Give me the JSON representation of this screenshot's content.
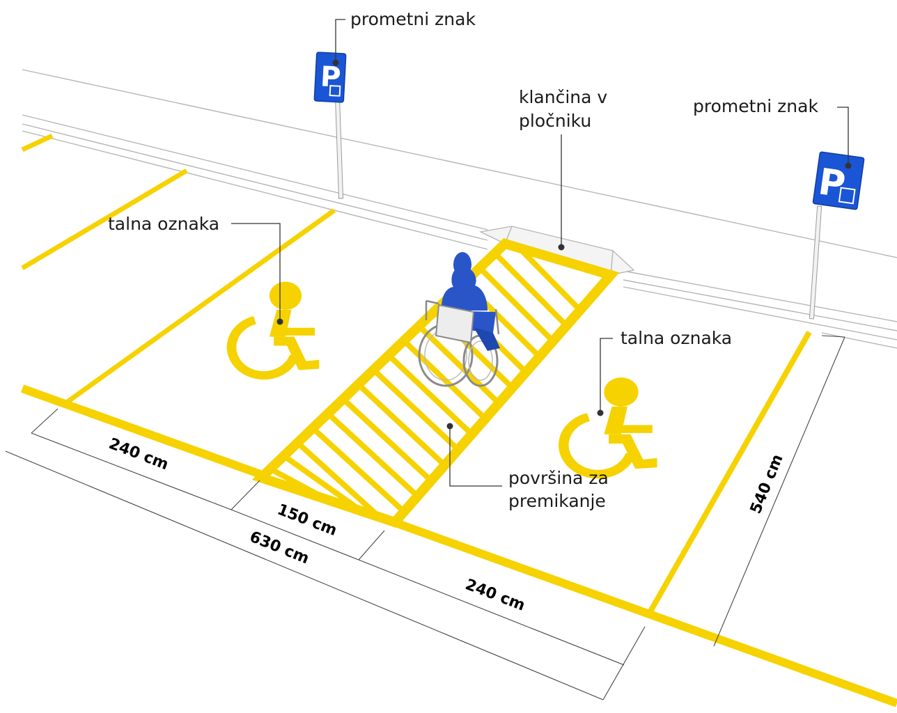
{
  "labels": {
    "sign_left": "prometni znak",
    "sign_right": "prometni znak",
    "ramp_line1": "klančina v",
    "ramp_line2": "pločniku",
    "floor_mark_left": "talna oznaka",
    "floor_mark_right": "talna oznaka",
    "aisle_line1": "površina za",
    "aisle_line2": "premikanje"
  },
  "dimensions": {
    "left_bay_width": "240 cm",
    "aisle_width": "150 cm",
    "total_width": "630 cm",
    "right_bay_width": "240 cm",
    "bay_length": "540 cm"
  },
  "signs": {
    "letter": "P"
  },
  "icons": {
    "sign": "parking-sign-icon",
    "accessibility": "wheelchair-symbol-icon",
    "person": "wheelchair-user-icon",
    "marker": "callout-dot-icon"
  },
  "colors": {
    "marking_yellow": "#f6d200",
    "sign_blue": "#1a55d6",
    "person_blue": "#2a55c9",
    "curb_grey": "#b5b5b5"
  }
}
